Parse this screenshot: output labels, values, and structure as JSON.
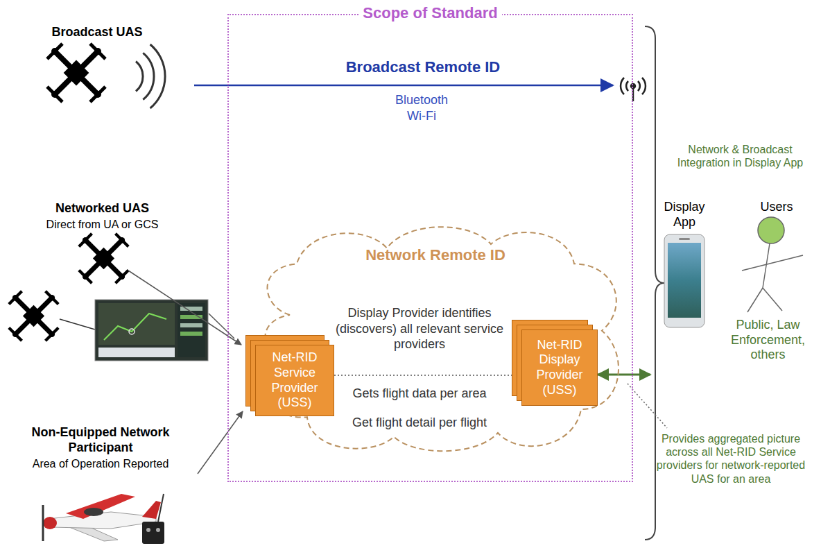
{
  "diagram": {
    "nodes": [
      {
        "text": [
          "Scope of Standard"
        ]
      },
      {
        "text": [
          "Network Remote ID",
          "Display Provider identifies (discovers) all relevant service providers",
          "Gets flight data per area",
          "Get flight detail per flight"
        ],
        "in": 0
      },
      {
        "text": [
          "Net-RID Service Provider (USS)"
        ],
        "in": 1
      },
      {
        "text": [
          "Net-RID Display Provider (USS)"
        ],
        "in": 1
      }
    ],
    "edges": [
      {
        "from": 2,
        "to": 3,
        "arrow": "none"
      }
    ],
    "labels": [
      "Broadcast UAS",
      "Broadcast Remote ID",
      "Bluetooth",
      "Wi-Fi",
      "Networked UAS",
      "Direct from UA or GCS",
      "Non-Equipped Network Participant",
      "Area of Operation Reported",
      "Network & Broadcast Integration in Display App",
      "Display App",
      "Users",
      "Public, Law Enforcement, others",
      "Provides aggregated picture across all Net-RID Service providers for network-reported UAS for an area"
    ]
  }
}
